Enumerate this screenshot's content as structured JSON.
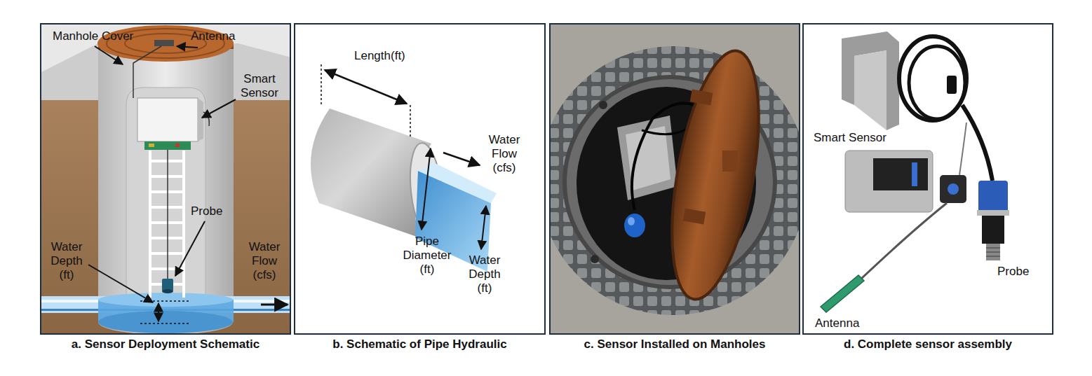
{
  "diagram": {
    "nodes": [
      {
        "text": [
          "a. Sensor Deployment Schematic"
        ]
      },
      {
        "text": [
          "b. Schematic of Pipe Hydraulic"
        ]
      },
      {
        "text": [
          "c. Sensor Installed on Manholes"
        ]
      },
      {
        "text": [
          "d. Complete sensor assembly"
        ]
      }
    ],
    "labels": [
      "Manhole Cover",
      "Antenna",
      "Smart Sensor",
      "Probe",
      "Water Depth (ft)",
      "Water Flow (cfs)",
      "Length(ft)",
      "Water Flow (cfs)",
      "Pipe Diameter (ft)",
      "Water Depth (ft)",
      "Smart Sensor",
      "Probe",
      "Antenna"
    ]
  }
}
